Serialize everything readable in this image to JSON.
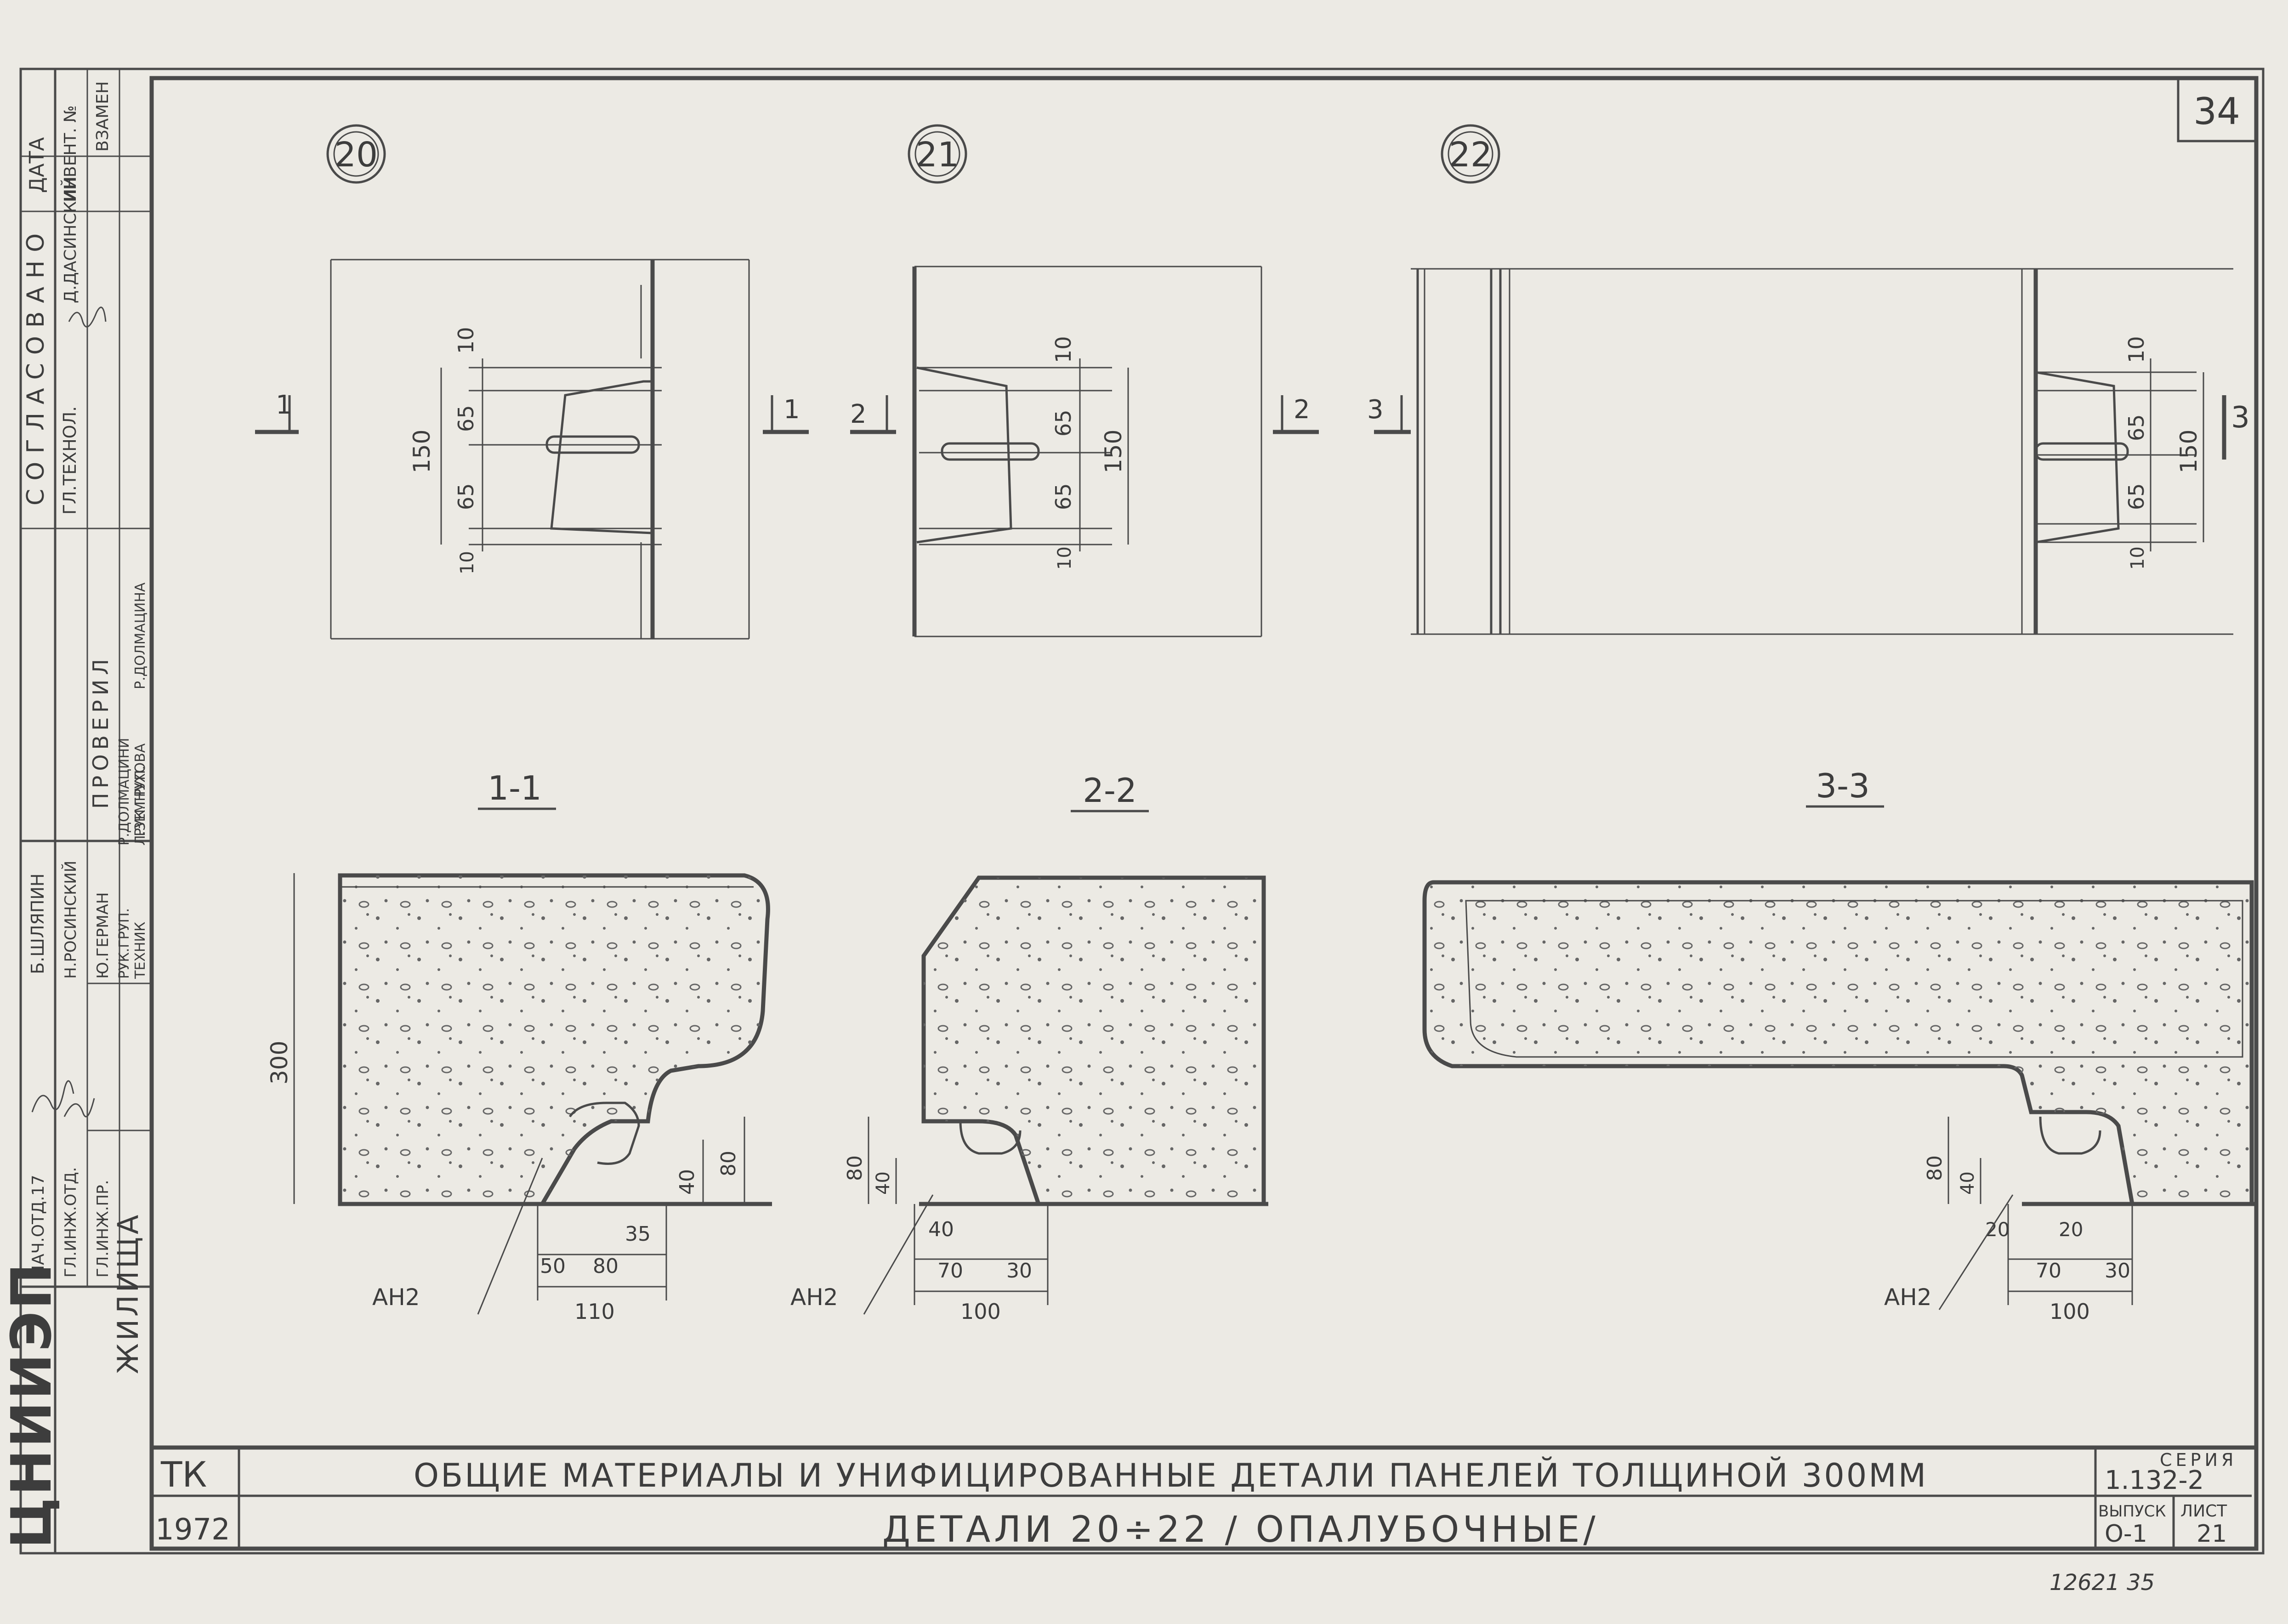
{
  "sheet": {
    "page_number": "34",
    "footer_note": "12621   35"
  },
  "approvals": {
    "header_agreed": "СОГЛАСОВАНО",
    "header_date": "ДАТА",
    "header_inv": "ИНВЕНТ. №",
    "header_replace": "ВЗАМЕН",
    "agreed_role": "ГЛ.ТЕХНОЛ.",
    "agreed_name": "Д.ДАСИНСКИЙ",
    "checked_header": "ПРОВЕРИЛ",
    "rows": [
      {
        "role": "НАЧ.ОТД.17",
        "name": "Б.ШЛЯПИН"
      },
      {
        "role": "ГЛ.ИНЖ.ОТД.",
        "name": "Н.РОСИНСКИЙ"
      },
      {
        "role": "ГЛ.ИНЖ.ПР.",
        "name": "Ю.ГЕРМАН"
      },
      {
        "role": "РУК.ГРУП.",
        "name": "Р.ДОЛМАЦИНИ"
      },
      {
        "role": "ТЕХНИК",
        "name": "Л.ЗЕМНУХОВА"
      },
      {
        "role": "РУК.ГРУП.",
        "name": "Р.ДОЛМАЦИНА"
      }
    ],
    "org_logo": "ЦНИИЭП",
    "org_name": "ЖИЛИЩА"
  },
  "details": [
    {
      "id": "20",
      "cut_left": "1",
      "cut_right": "1",
      "dims": [
        "10",
        "65",
        "65",
        "10",
        "150"
      ]
    },
    {
      "id": "21",
      "cut_left": "2",
      "cut_right": "2",
      "dims": [
        "10",
        "65",
        "65",
        "10",
        "150"
      ]
    },
    {
      "id": "22",
      "cut_left": "3",
      "cut_right": "3",
      "dims": [
        "10",
        "65",
        "65",
        "10",
        "150"
      ]
    }
  ],
  "sections": [
    {
      "title": "1-1",
      "height": "300",
      "dims": [
        "40",
        "80",
        "35",
        "50",
        "80",
        "110"
      ],
      "anchor": "АН2"
    },
    {
      "title": "2-2",
      "dims": [
        "80",
        "40",
        "40",
        "70",
        "30",
        "100"
      ],
      "anchor": "АН2"
    },
    {
      "title": "3-3",
      "dims": [
        "80",
        "40",
        "20",
        "20",
        "70",
        "30",
        "100"
      ],
      "anchor": "АН2"
    }
  ],
  "title_block": {
    "code": "ТК",
    "year": "1972",
    "title_main": "ОБЩИЕ   МАТЕРИАЛЫ И УНИФИЦИРОВАННЫЕ  ДЕТАЛИ  ПАНЕЛЕЙ  ТОЛЩИНОЙ  300ММ",
    "title_sub": "ДЕТАЛИ  20÷22  / ОПАЛУБОЧНЫЕ/",
    "series_label": "СЕРИЯ",
    "series_value": "1.132-2",
    "issue_label": "ВЫПУСК",
    "issue_value": "О-1",
    "sheet_label": "ЛИСТ",
    "sheet_value": "21"
  }
}
